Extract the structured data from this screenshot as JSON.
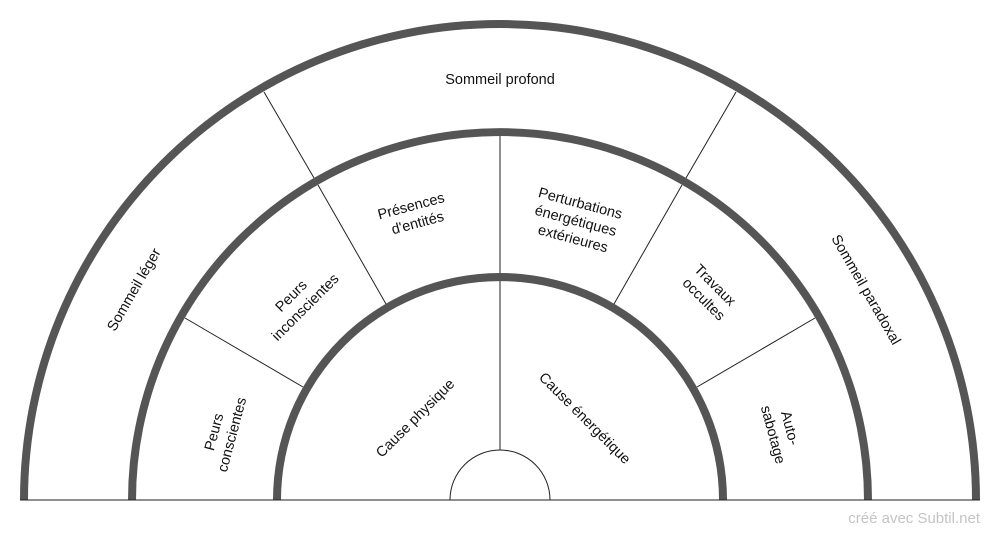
{
  "diagram": {
    "outer_ring": [
      {
        "lines": [
          "Sommeil léger"
        ]
      },
      {
        "lines": [
          "Sommeil profond"
        ]
      },
      {
        "lines": [
          "Sommeil paradoxal"
        ]
      }
    ],
    "middle_ring": [
      {
        "lines": [
          "Peurs",
          "conscientes"
        ]
      },
      {
        "lines": [
          "Peurs",
          "inconscientes"
        ]
      },
      {
        "lines": [
          "Présences",
          "d'entités"
        ]
      },
      {
        "lines": [
          "Perturbations",
          "énergétiques",
          "extérieures"
        ]
      },
      {
        "lines": [
          "Travaux",
          "occultes"
        ]
      },
      {
        "lines": [
          "Auto-",
          "sabotage"
        ]
      }
    ],
    "inner_ring": [
      {
        "lines": [
          "Cause physique"
        ]
      },
      {
        "lines": [
          "Cause énergétique"
        ]
      }
    ]
  },
  "footer": {
    "credit": "créé avec Subtil.net"
  },
  "colors": {
    "ring_border": "#555555",
    "line": "#222222",
    "fill": "#ffffff",
    "footer_text": "#c4c4c4"
  }
}
